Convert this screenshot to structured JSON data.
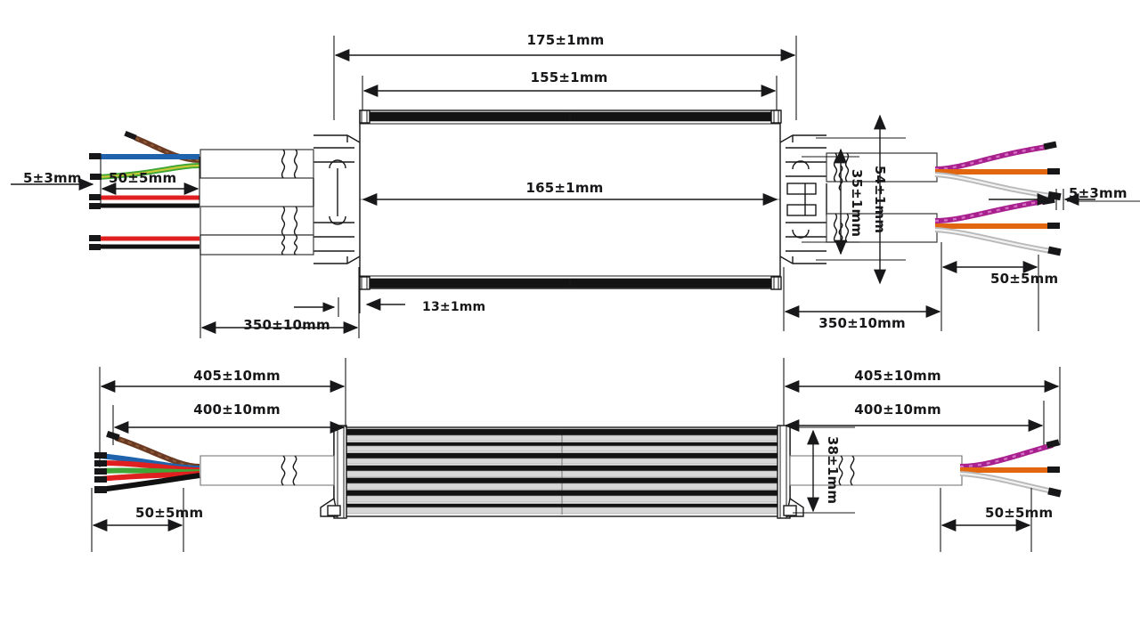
{
  "drawing": {
    "title": "LED driver mechanical dimension drawing",
    "views": [
      {
        "name": "top-view",
        "label": ""
      },
      {
        "name": "side-view",
        "label": ""
      }
    ]
  },
  "top_view": {
    "dimensions": {
      "overall_width_with_brackets": "175±1mm",
      "bracket_hole_span": "155±1mm",
      "body_length": "165±1mm",
      "bracket_thickness": "13±1mm",
      "left_cable_length": "350±10mm",
      "right_cable_length": "350±10mm",
      "right_outer_height": "54±1mm",
      "right_inner_height": "35±1mm",
      "left_strip_length": "50±5mm",
      "left_tip_length": "5±3mm",
      "right_strip_length": "50±5mm",
      "right_tip_length": "5±3mm"
    }
  },
  "side_view": {
    "dimensions": {
      "left_outer_cable": "405±10mm",
      "left_inner_cable": "400±10mm",
      "left_strip_length": "50±5mm",
      "right_outer_cable": "405±10mm",
      "right_inner_cable": "400±10mm",
      "right_strip_length": "50±5mm",
      "body_height": "38±1mm"
    }
  },
  "wires": {
    "input_side": [
      {
        "name": "brown-wire",
        "color": "#6b3a22"
      },
      {
        "name": "blue-wire",
        "color": "#1f63ad"
      },
      {
        "name": "green-yellow-wire",
        "color": "#3fa535"
      },
      {
        "name": "red-wire",
        "color": "#e02020"
      },
      {
        "name": "black-wire",
        "color": "#111111"
      }
    ],
    "output_side": [
      {
        "name": "purple-wire",
        "color": "#a81f8e"
      },
      {
        "name": "orange-wire",
        "color": "#e2650f"
      },
      {
        "name": "grey-wire",
        "color": "#b9b9b9"
      }
    ]
  },
  "colors": {
    "line": "#18181a",
    "body_dark": "#131314",
    "body_light": "#ffffff",
    "text": "#18181a"
  }
}
